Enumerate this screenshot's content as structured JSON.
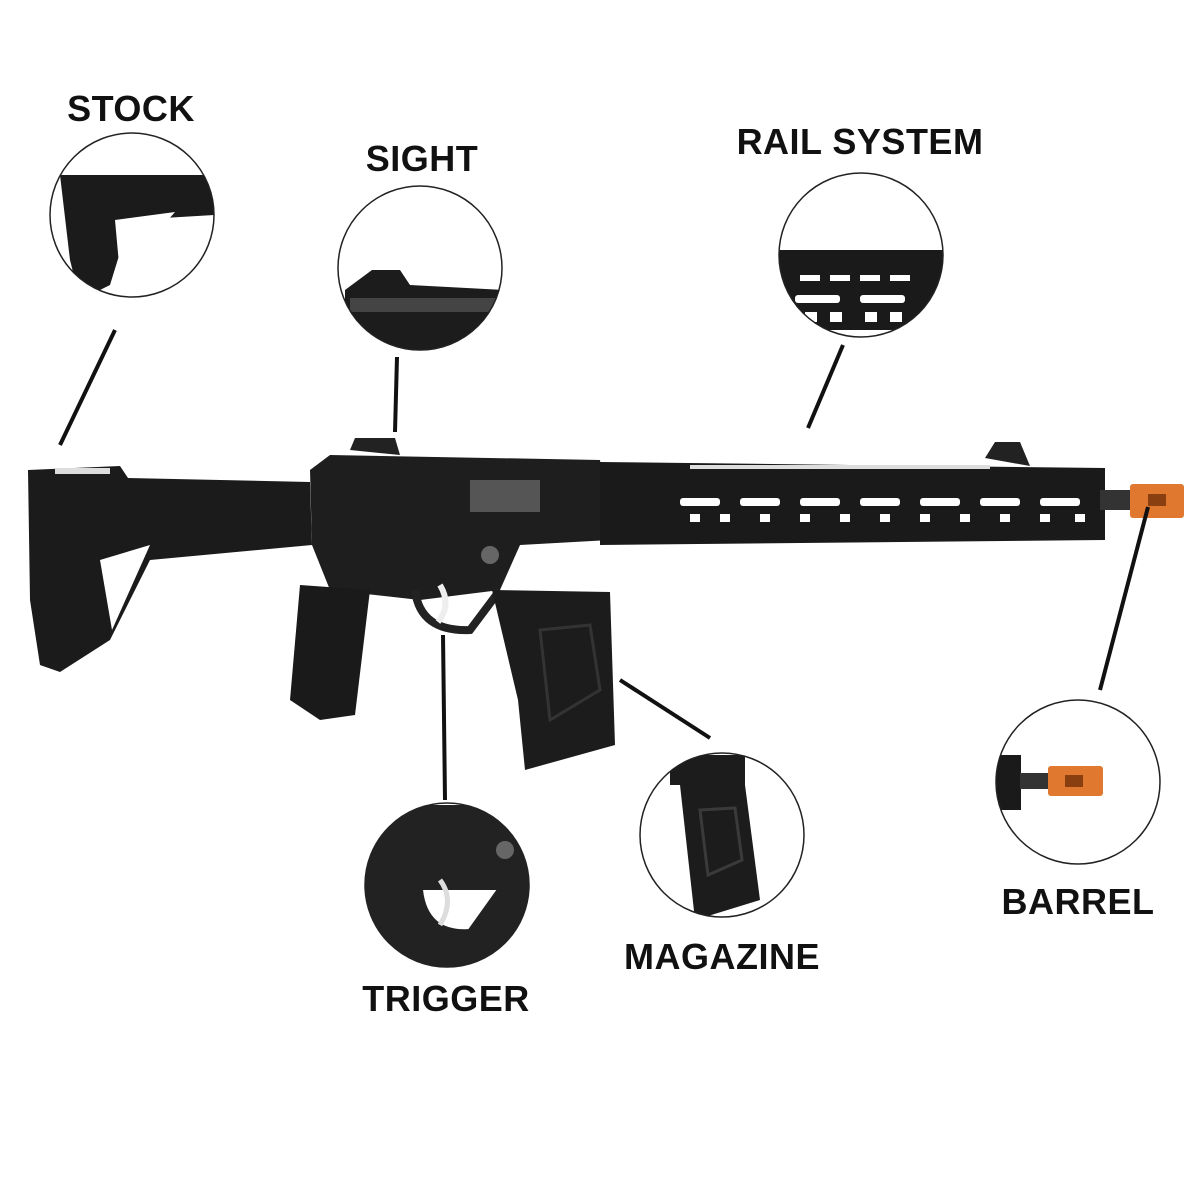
{
  "labels": {
    "stock": "STOCK",
    "sight": "SIGHT",
    "rail_system": "RAIL SYSTEM",
    "barrel": "BARREL",
    "trigger": "TRIGGER",
    "magazine": "MAGAZINE"
  },
  "colors": {
    "body": "#1b1b1b",
    "body_light": "#2e2e2e",
    "flash_hider": "#e0782f",
    "leader": "#111111",
    "circle": "#222222"
  }
}
